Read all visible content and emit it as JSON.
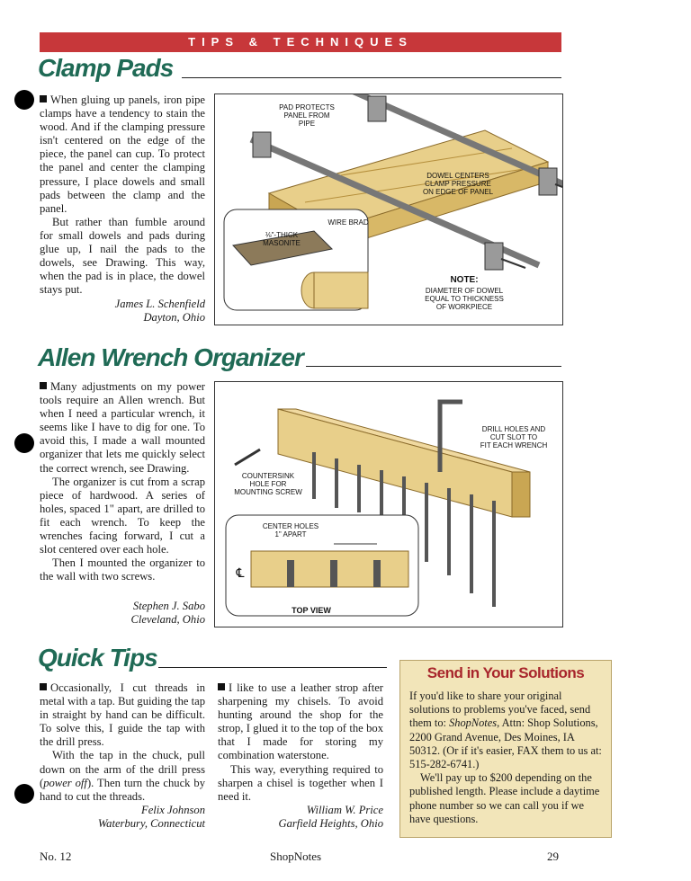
{
  "header": {
    "banner": "TIPS & TECHNIQUES"
  },
  "clamp": {
    "title": "Clamp Pads",
    "p1": "When gluing up panels, iron pipe clamps have a tendency to stain the wood. And if the clamping pressure isn't centered on the edge of the piece, the panel can cup. To protect the panel and center the clamping pressure, I place dowels and small pads between the clamp and the panel.",
    "p2": "But rather than fumble around for small dowels and pads during glue up, I nail the pads to the dowels, see Drawing. This way, when the pad is in place, the dowel stays put.",
    "author": "James L. Schenfield",
    "city": "Dayton, Ohio",
    "fig": {
      "l1": "PAD PROTECTS\nPANEL FROM\nPIPE",
      "l2": "DOWEL CENTERS\nCLAMP PRESSURE\nON EDGE OF PANEL",
      "l3": "WIRE BRAD",
      "l4": "⅛\"-THICK\nMASONITE",
      "note_title": "NOTE:",
      "note": "DIAMETER OF DOWEL\nEQUAL TO THICKNESS\nOF WORKPIECE"
    }
  },
  "allen": {
    "title": "Allen Wrench Organizer",
    "p1": "Many adjustments on my power tools require an Allen wrench. But when I need a particular wrench, it seems like I have to dig for one. To avoid this, I made a wall mounted organizer that lets me quickly select the correct wrench, see Drawing.",
    "p2": "The organizer is cut from a scrap piece of hardwood. A series of holes, spaced 1\" apart, are drilled to fit each wrench. To keep the wrenches facing forward, I cut a slot centered over each hole.",
    "p3": "Then I mounted the organizer to the wall with two screws.",
    "author": "Stephen J. Sabo",
    "city": "Cleveland, Ohio",
    "fig": {
      "l1": "DRILL HOLES AND\nCUT SLOT TO\nFIT EACH WRENCH",
      "l2": "COUNTERSINK\nHOLE FOR\nMOUNTING SCREW",
      "l3": "CENTER HOLES\n1\" APART",
      "l4": "TOP VIEW",
      "cl": "℄"
    }
  },
  "quick": {
    "title": "Quick Tips",
    "c1p1": "Occasionally, I cut threads in metal with a tap. But guiding the tap in straight by hand can be difficult. To solve this, I guide the tap with the drill press.",
    "c1p2a": "With the tap in the chuck, pull down on the arm of the drill press (",
    "c1p2i": "power off",
    "c1p2b": "). Then turn the chuck by hand to cut the threads.",
    "c1author": "Felix Johnson",
    "c1city": "Waterbury, Connecticut",
    "c2p1": "I like to use a leather strop after sharpening my chisels. To avoid hunting around the shop for the strop, I glued it to the top of the box that I made for storing my combination waterstone.",
    "c2p2": "This way, everything required to sharpen a chisel is together when I need it.",
    "c2author": "William W. Price",
    "c2city": "Garfield Heights, Ohio"
  },
  "solutions": {
    "title": "Send in Your Solutions",
    "p1a": "If you'd like to share your original solutions to problems you've faced, send them to: ",
    "p1i": "ShopNotes",
    "p1b": ", Attn: Shop Solutions, 2200 Grand Avenue, Des Moines, IA 50312. (Or if it's easier, FAX them to us at: 515-282-6741.)",
    "p2": "We'll pay up to $200 depending on the published length. Please include a daytime phone number so we can call you if we have questions."
  },
  "footer": {
    "issue": "No. 12",
    "mag": "ShopNotes",
    "page": "29"
  }
}
